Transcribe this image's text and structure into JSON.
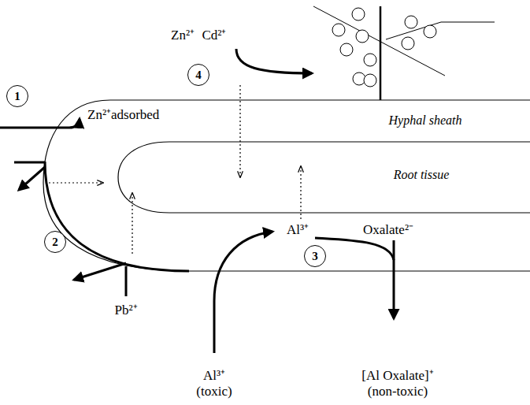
{
  "diagram": {
    "nodes": [
      {
        "text": [
          "4"
        ]
      },
      {
        "text": [
          "1"
        ]
      },
      {
        "text": [
          "2"
        ]
      },
      {
        "text": [
          "3"
        ]
      }
    ],
    "labels": [
      "Zn²⁺",
      "Cd²⁺",
      "Zn²⁺adsorbed",
      "Hyphal sheath",
      "Root tissue",
      "Pb²⁺",
      "Al³⁺",
      "Oxalate²⁻",
      "Al³⁺ (toxic)",
      "[Al Oxalate]⁺ (non-toxic)"
    ]
  }
}
